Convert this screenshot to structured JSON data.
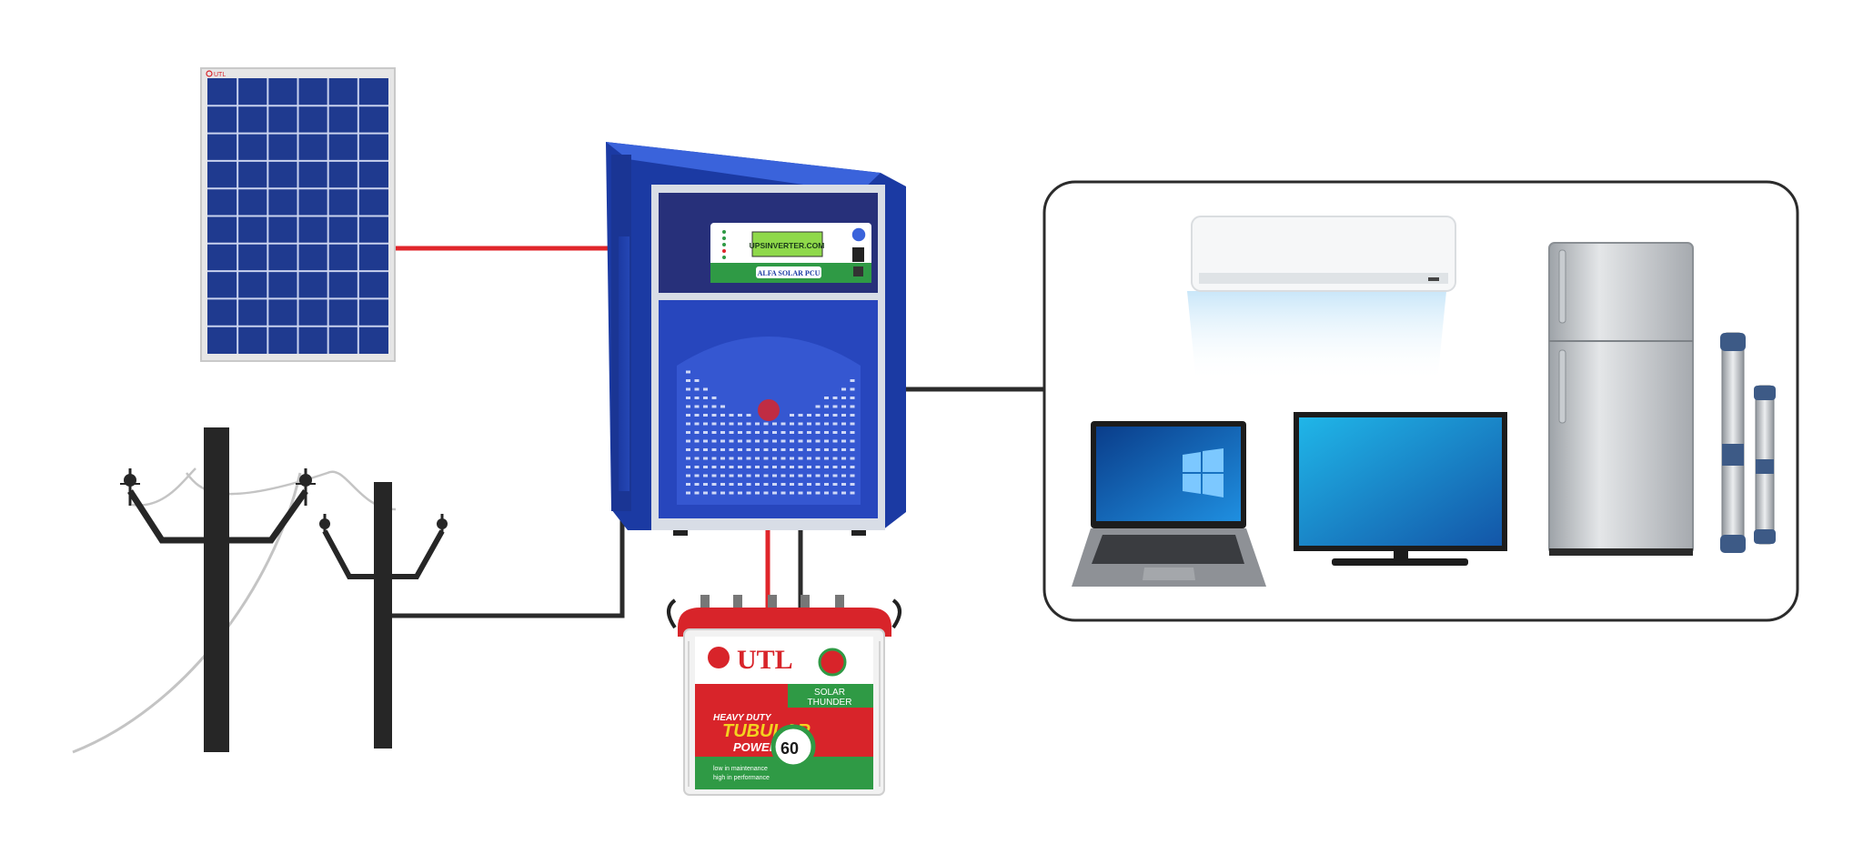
{
  "solar_panel": {
    "brand": "UTL"
  },
  "inverter": {
    "display_text": "UPSINVERTER.COM",
    "model_text": "ALFA SOLAR PCU"
  },
  "battery": {
    "brand": "UTL",
    "line1": "SOLAR",
    "line2": "THUNDER",
    "tagline1": "HEAVY DUTY",
    "tagline2": "TUBULAR",
    "tagline3": "POWER",
    "months": "60",
    "note1": "low in maintenance",
    "note2": "high in performance"
  },
  "colors": {
    "dc_wire": "#e0262b",
    "ac_wire": "#2b2b2b",
    "panel_cell": "#1f3a8f",
    "inverter_body": "#2a4fc9",
    "battery_red": "#d8242a",
    "battery_green": "#2f9a45"
  }
}
